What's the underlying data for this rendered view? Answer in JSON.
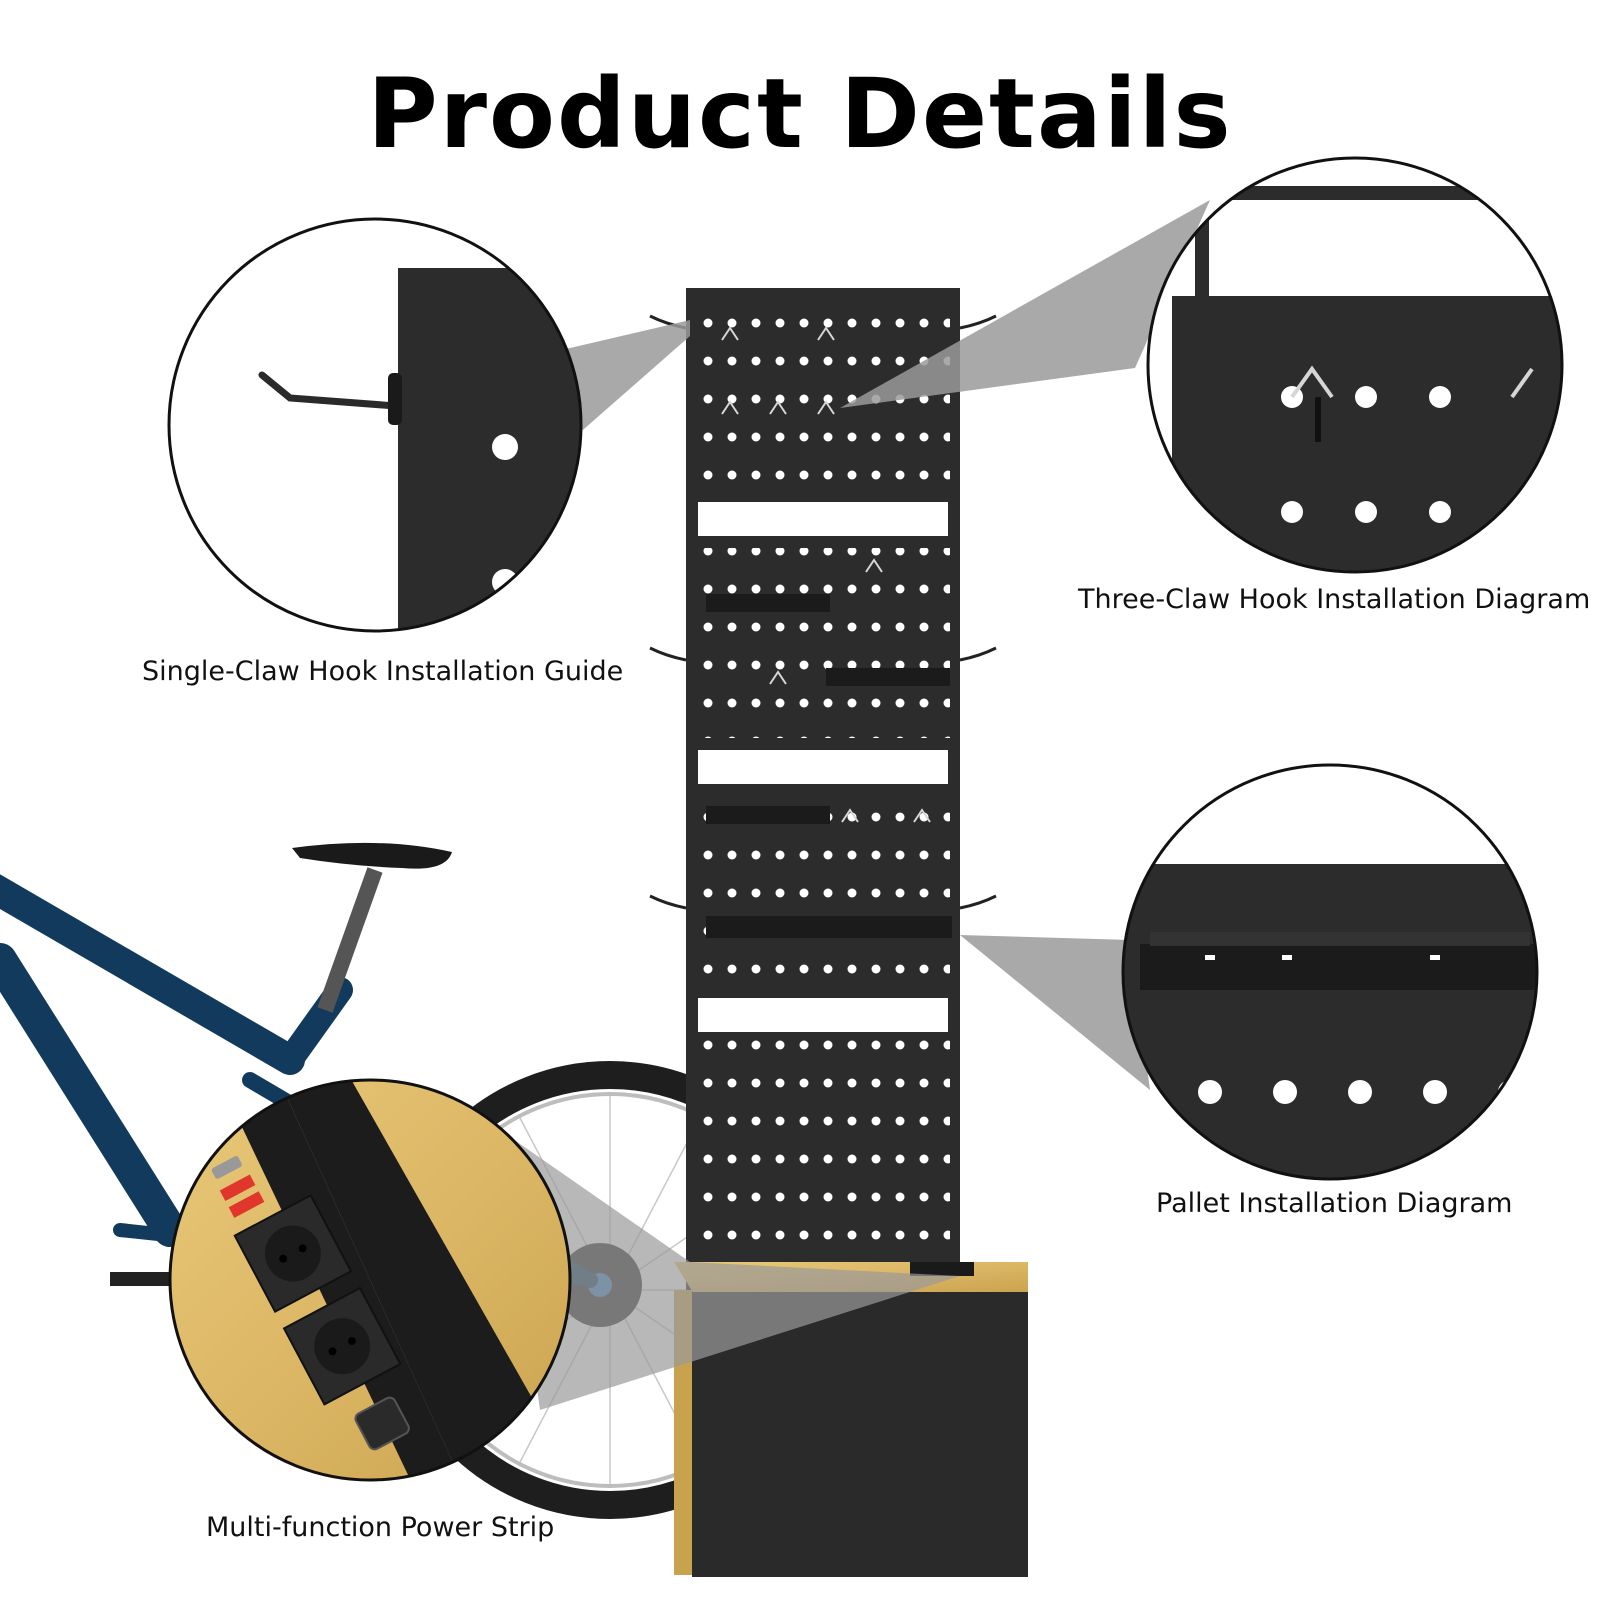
{
  "title": "Product Details",
  "callouts": {
    "single_claw": {
      "label": "Single-Claw Hook Installation Guide"
    },
    "three_claw": {
      "label": "Three-Claw Hook Installation Diagram"
    },
    "pallet": {
      "label": "Pallet Installation Diagram"
    },
    "power_strip": {
      "label": "Multi-function Power Strip"
    }
  },
  "colors": {
    "panel": "#2c2c2c",
    "bike_frame": "#123a5c",
    "wood": "#e0bd6a",
    "usb_red": "#e0362c"
  }
}
